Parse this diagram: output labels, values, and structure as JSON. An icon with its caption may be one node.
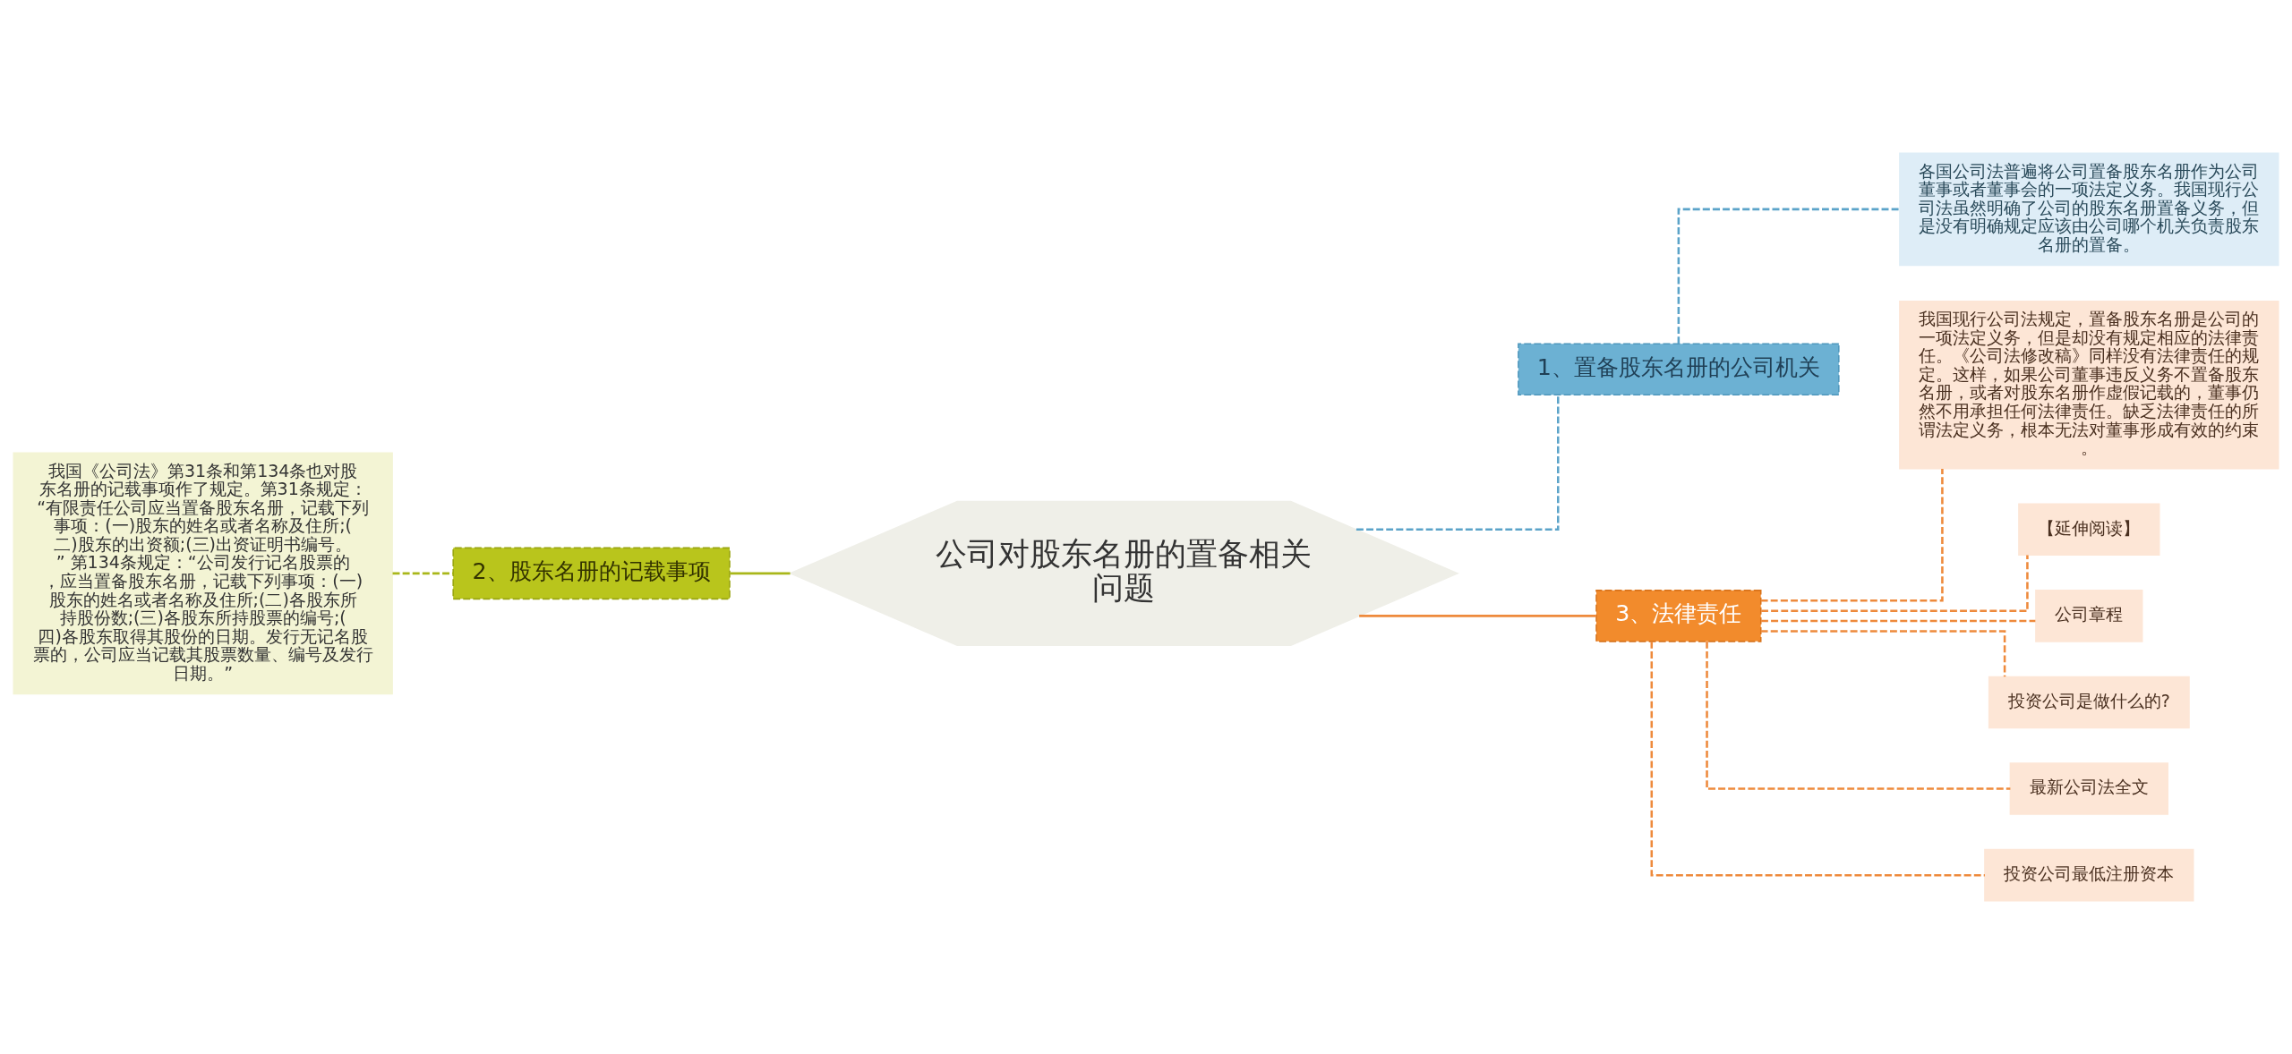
{
  "diagram": {
    "nodes": [
      {
        "text": [
          "公司对股东名册的置备相关问题"
        ]
      },
      {
        "text": [
          "1、置备股东名册的公司机关"
        ]
      },
      {
        "text": [
          "各国公司法普遍将公司置备股东名册作为公司董事或者董事会的一项法定义务。我国现行公司法虽然明确了公司的股东名册置备义务，但是没有明确规定应该由公司哪个机关负责股东名册的置备。"
        ]
      },
      {
        "text": [
          "2、股东名册的记载事项"
        ]
      },
      {
        "text": [
          "我国《公司法》第31条和第134条也对股东名册的记载事项作了规定。第31条规定：“有限责任公司应当置备股东名册，记载下列事项：(一)股东的姓名或者名称及住所;(二)股东的出资额;(三)出资证明书编号。” 第134条规定：“公司发行记名股票的，应当置备股东名册，记载下列事项：(一)股东的姓名或者名称及住所;(二)各股东所持股份数;(三)各股东所持股票的编号;(四)各股东取得其股份的日期。发行无记名股票的，公司应当记载其股票数量、编号及发行日期。”"
        ]
      },
      {
        "text": [
          "3、法律责任"
        ]
      },
      {
        "text": [
          "我国现行公司法规定，置备股东名册是公司的一项法定义务，但是却没有规定相应的法律责任。《公司法修改稿》同样没有法律责任的规定。这样，如果公司董事违反义务不置备股东名册，或者对股东名册作虚假记载的，董事仍然不用承担任何法律责任。缺乏法律责任的所谓法定义务，根本无法对董事形成有效的约束。"
        ]
      },
      {
        "text": [
          "【延伸阅读】"
        ]
      },
      {
        "text": [
          "公司章程"
        ]
      },
      {
        "text": [
          "投资公司是做什么的?"
        ]
      },
      {
        "text": [
          "最新公司法全文"
        ]
      },
      {
        "text": [
          "投资公司最低注册资本"
        ]
      }
    ],
    "edges": [
      {
        "from": 0,
        "to": 1,
        "arrow": "none",
        "style": "dashed",
        "color": "#5ba3c9"
      },
      {
        "from": 1,
        "to": 2,
        "arrow": "none",
        "style": "dashed",
        "color": "#5ba3c9"
      },
      {
        "from": 0,
        "to": 3,
        "arrow": "none",
        "color": "#a9b71a"
      },
      {
        "from": 3,
        "to": 4,
        "arrow": "none",
        "style": "dashed",
        "color": "#a9b71a"
      },
      {
        "from": 0,
        "to": 5,
        "arrow": "none"
      },
      {
        "from": 5,
        "to": 6,
        "arrow": "none",
        "style": "dashed"
      },
      {
        "from": 5,
        "to": 7,
        "arrow": "none",
        "style": "dashed"
      },
      {
        "from": 5,
        "to": 8,
        "arrow": "none",
        "style": "dashed"
      },
      {
        "from": 5,
        "to": 9,
        "arrow": "none",
        "style": "dashed"
      },
      {
        "from": 5,
        "to": 10,
        "arrow": "none",
        "style": "dashed"
      },
      {
        "from": 5,
        "to": 11,
        "arrow": "none",
        "style": "dashed"
      }
    ]
  }
}
